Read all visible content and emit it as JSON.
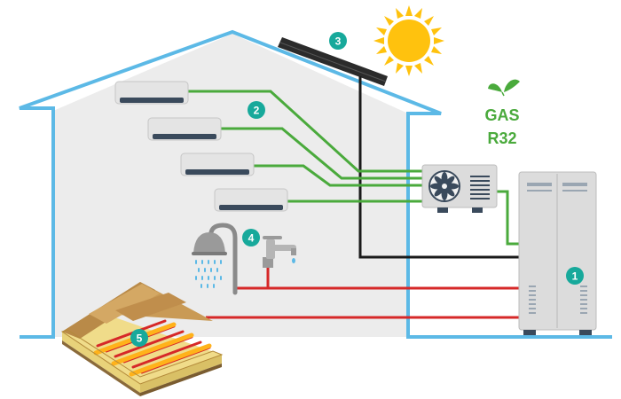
{
  "labels": {
    "gas": "GAS",
    "refrigerant": "R32"
  },
  "markers": [
    {
      "id": "1",
      "text": "1"
    },
    {
      "id": "2",
      "text": "2"
    },
    {
      "id": "3",
      "text": "3"
    },
    {
      "id": "4",
      "text": "4"
    },
    {
      "id": "5",
      "text": "5"
    }
  ],
  "icons": {
    "sun": "sun-icon",
    "leaves": "leaf-icon",
    "fan": "fan-icon",
    "shower": "shower-icon",
    "faucet": "faucet-icon"
  },
  "colors": {
    "house_outline": "#5cb9e6",
    "house_fill": "#ececec",
    "refrigerant_line": "#4aaa3c",
    "water_line": "#d62828",
    "electric_line": "#1a1a1a",
    "badge": "#17a99b",
    "gas_text": "#4aaa3c",
    "sun": "#ffc20e",
    "floor_wood": "#c99a55",
    "heating_pipe": "#d62828"
  }
}
